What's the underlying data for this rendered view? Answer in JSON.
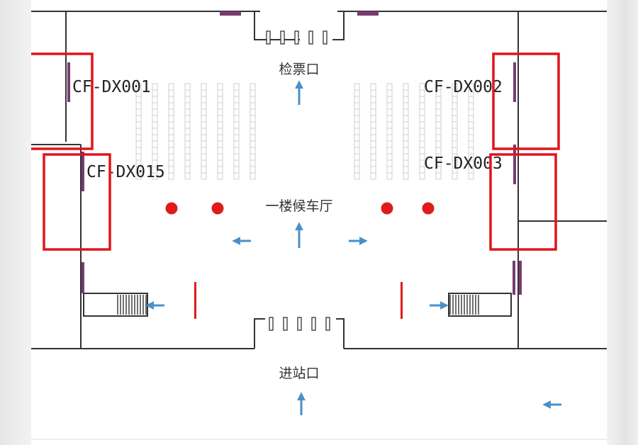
{
  "labels": {
    "ticket_gate": "检票口",
    "waiting_hall": "一楼候车厅",
    "entrance": "进站口"
  },
  "devices": {
    "dx001": "CF-DX001",
    "dx002": "CF-DX002",
    "dx003": "CF-DX003",
    "dx015": "CF-DX015"
  },
  "colors": {
    "wall": "#333333",
    "device_mark": "#7a3b70",
    "highlight_box": "#e0141c",
    "arrow": "#4a90c8",
    "red_dot": "#e01b1b",
    "seat_grid": "#cfcfcf",
    "text": "#333333"
  }
}
